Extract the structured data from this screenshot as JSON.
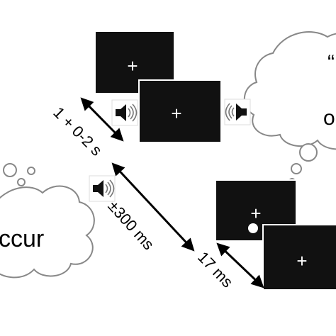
{
  "screens": {
    "fixation_symbol": "+"
  },
  "timing": {
    "soa_label": "1 + 0-2 s",
    "jitter_label": "±300 ms",
    "flash_label": "17 ms"
  },
  "clouds": {
    "left_text": "ccur",
    "right_text_top": "“",
    "right_text_bottom": "o"
  },
  "icons": [
    "speaker-icon",
    "speaker-icon",
    "speaker-icon"
  ]
}
